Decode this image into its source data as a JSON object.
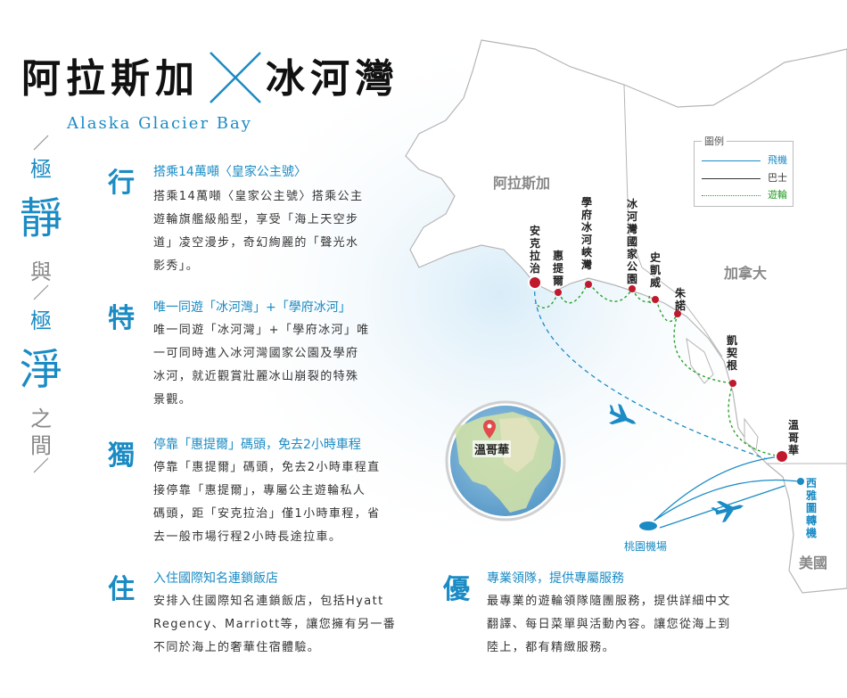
{
  "title": {
    "left": "阿拉斯加",
    "right": "冰河灣",
    "english": "Alaska  Glacier Bay"
  },
  "slogan": [
    "極",
    "靜",
    "與",
    "極",
    "淨",
    "之",
    "間"
  ],
  "sections": [
    {
      "head": "行",
      "subtitle": "搭乘14萬噸〈皇家公主號〉",
      "lines": [
        "搭乘14萬噸〈皇家公主號〉搭乘公主",
        "遊輪旗艦級船型，享受「海上天空步",
        "道」凌空漫步，奇幻絢麗的「聲光水",
        "影秀」。"
      ]
    },
    {
      "head": "特",
      "subtitle": "唯一同遊「冰河灣」+「學府冰河」",
      "lines": [
        "唯一同遊「冰河灣」+「學府冰河」唯",
        "一可同時進入冰河灣國家公園及學府",
        "冰河，就近觀賞壯麗冰山崩裂的特殊",
        "景觀。"
      ]
    },
    {
      "head": "獨",
      "subtitle": "停靠「惠提爾」碼頭，免去2小時車程",
      "lines": [
        "停靠「惠提爾」碼頭，免去2小時車程直",
        "接停靠「惠提爾」，專屬公主遊輪私人",
        "碼頭，距「安克拉治」僅1小時車程，省",
        "去一般市場行程2小時長途拉車。"
      ]
    },
    {
      "head": "住",
      "subtitle": "入住國際知名連鎖飯店",
      "lines": [
        "安排入住國際知名連鎖飯店，包括Hyatt",
        "Regency、Marriott等，讓您擁有另一番",
        "不同於海上的奢華住宿體驗。"
      ]
    },
    {
      "head": "優",
      "subtitle": "專業領隊，提供專屬服務",
      "lines": [
        "最專業的遊輪領隊隨團服務，提供詳細中文",
        "翻譯、每日菜單與活動內容。讓您從海上到",
        "陸上，都有精緻服務。"
      ]
    }
  ],
  "map": {
    "regions": {
      "alaska": "阿拉斯加",
      "canada": "加拿大",
      "usa": "美國"
    },
    "inset_city": "溫哥華",
    "stops": [
      {
        "id": "anchorage",
        "name": "安克拉治"
      },
      {
        "id": "whittier",
        "name": "惠提爾"
      },
      {
        "id": "college",
        "name": "學府冰河峽灣"
      },
      {
        "id": "glacierbay",
        "name": "冰河灣國家公園"
      },
      {
        "id": "skagway",
        "name": "史凱威"
      },
      {
        "id": "juneau",
        "name": "朱諾"
      },
      {
        "id": "ketchikan",
        "name": "凱契根"
      },
      {
        "id": "vancouver",
        "name": "溫哥華"
      },
      {
        "id": "seattle",
        "name": "西雅圖轉機"
      },
      {
        "id": "taoyuan",
        "name": "桃園機場"
      }
    ],
    "legend": {
      "title": "圖例",
      "items": [
        {
          "label": "飛機",
          "color": "#1a8bc4"
        },
        {
          "label": "巴士",
          "color": "#333333"
        },
        {
          "label": "遊輪",
          "color": "#2aa02a"
        }
      ]
    },
    "colors": {
      "accent": "#1a8bc4",
      "stop": "#c0182c",
      "cruise": "#2aa02a"
    }
  }
}
